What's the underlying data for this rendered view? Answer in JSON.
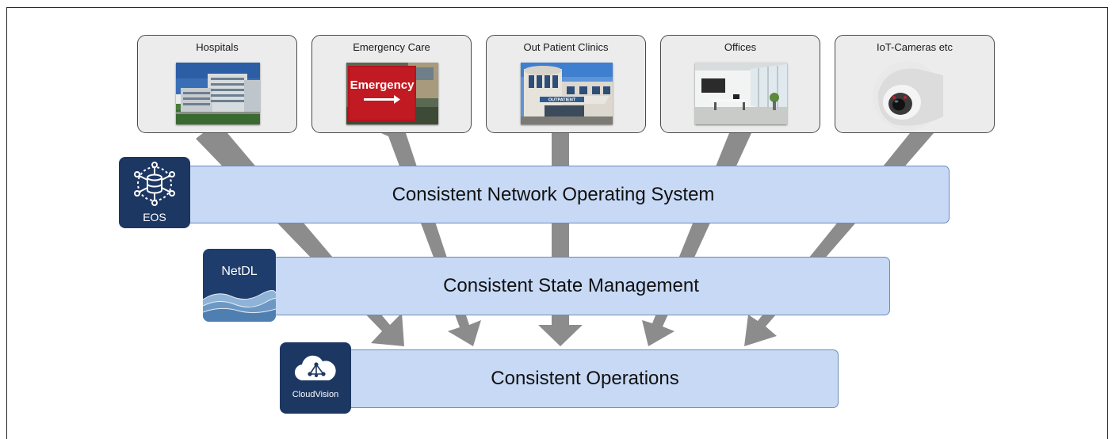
{
  "locations": [
    {
      "label": "Hospitals",
      "photo_icon": "hospital-building-photo"
    },
    {
      "label": "Emergency Care",
      "photo_icon": "emergency-sign-photo",
      "sign_text": "Emergency"
    },
    {
      "label": "Out Patient Clinics",
      "photo_icon": "clinic-building-photo",
      "sign_text": "OUTPATIENT"
    },
    {
      "label": "Offices",
      "photo_icon": "office-interior-photo"
    },
    {
      "label": "IoT-Cameras etc",
      "photo_icon": "security-camera-photo"
    }
  ],
  "layers": {
    "eos": {
      "label": "Consistent Network Operating System",
      "logo_text": "EOS",
      "logo_icon": "database-network-icon"
    },
    "state": {
      "label": "Consistent State Management",
      "logo_text": "NetDL",
      "logo_icon": "data-waves-icon"
    },
    "ops": {
      "label": "Consistent Operations",
      "logo_text": "CloudVision",
      "logo_icon": "cloud-network-icon"
    }
  },
  "colors": {
    "layer_fill": "#c7d9f5",
    "layer_border": "#6c8bb8",
    "logo_navy": "#1d3763",
    "arrow": "#8c8c8c",
    "card_fill": "#ececec"
  }
}
